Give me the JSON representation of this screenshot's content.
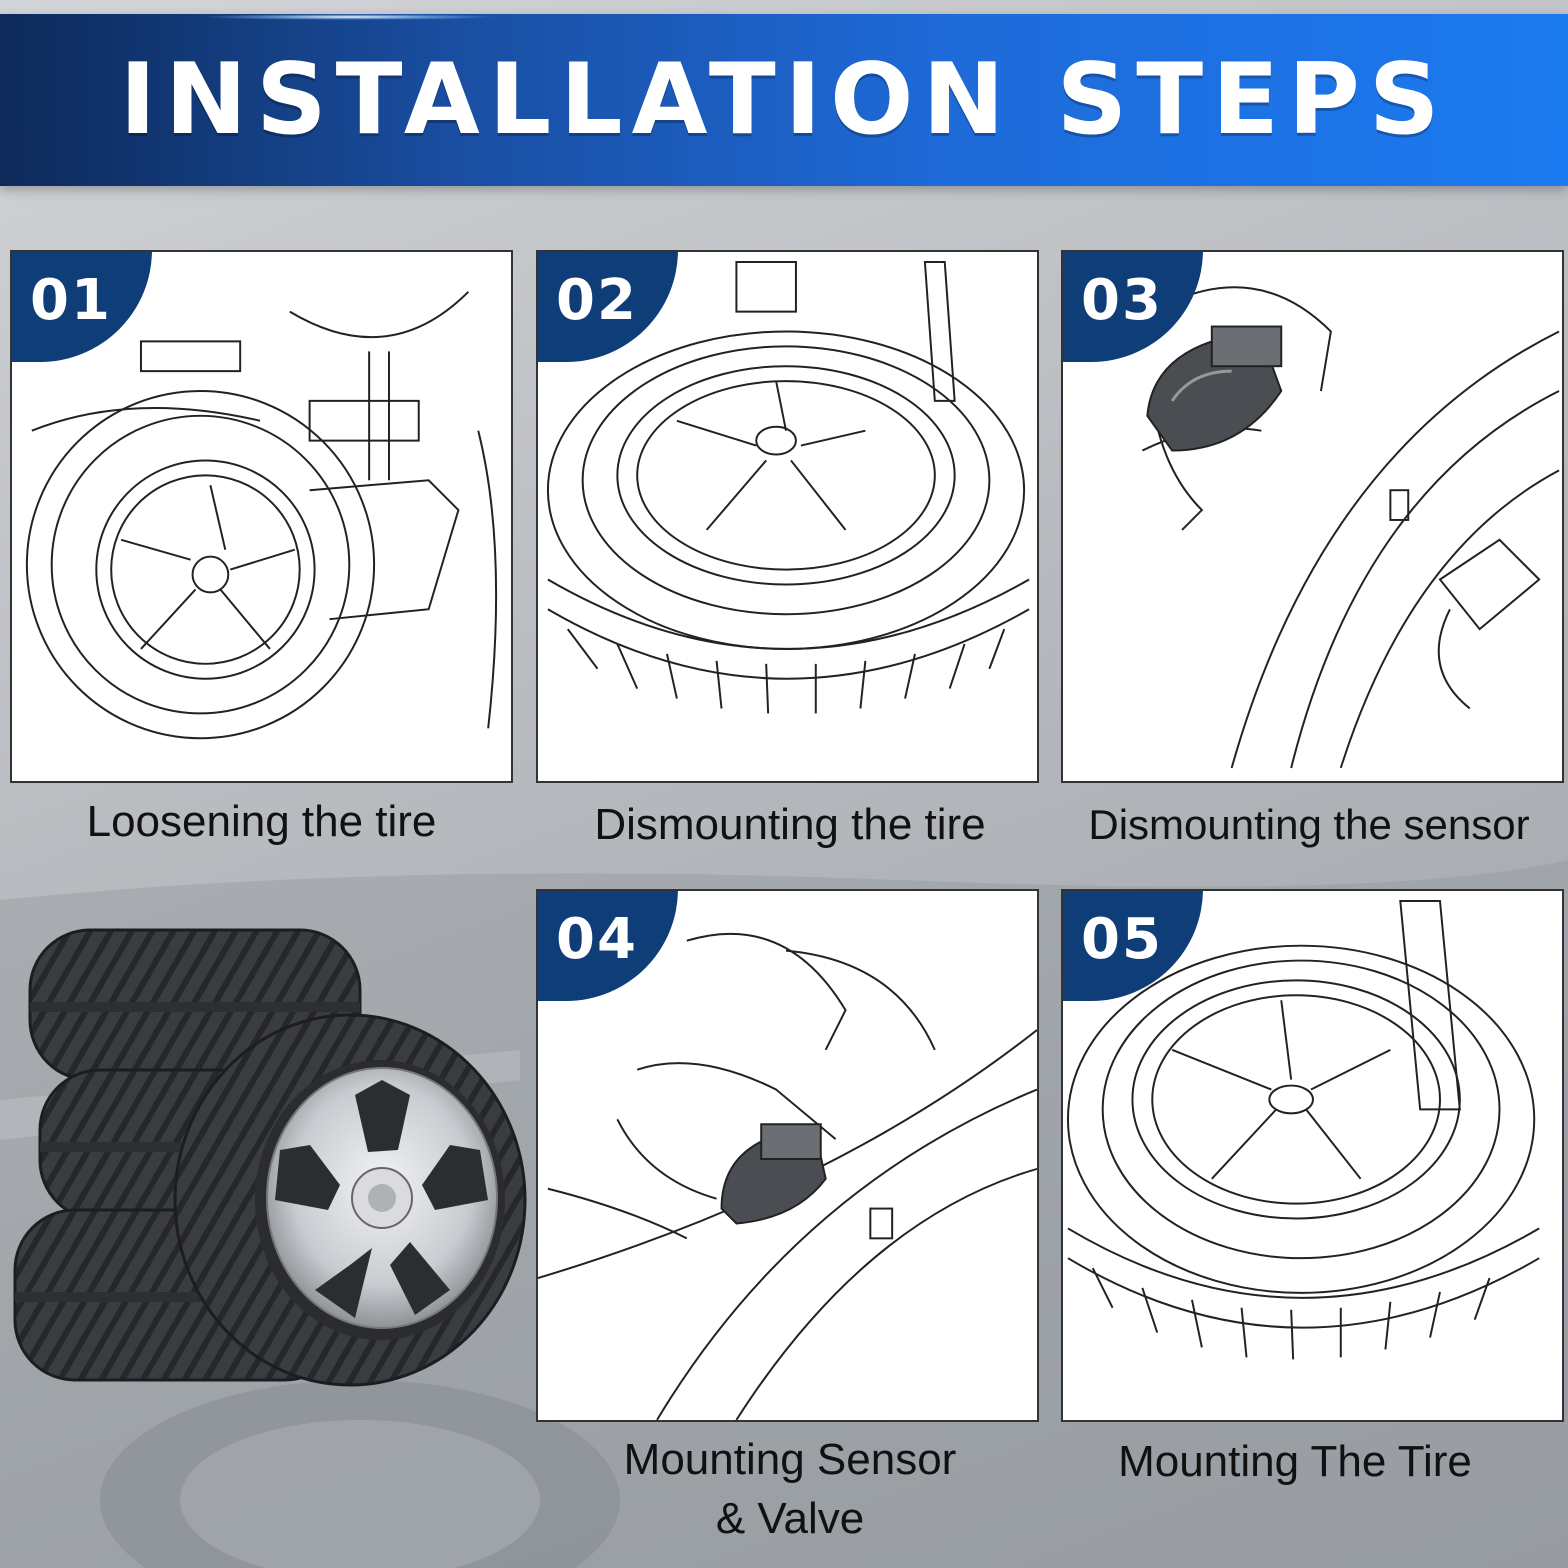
{
  "header": {
    "title": "INSTALLATION STEPS"
  },
  "steps": [
    {
      "number": "01",
      "caption": "Loosening the tire"
    },
    {
      "number": "02",
      "caption": "Dismounting the tire"
    },
    {
      "number": "03",
      "caption": "Dismounting the sensor"
    },
    {
      "number": "04",
      "caption_line1": "Mounting Sensor",
      "caption_line2": "& Valve"
    },
    {
      "number": "05",
      "caption": "Mounting The Tire"
    }
  ],
  "colors": {
    "banner_dark": "#0d2a5a",
    "banner_light": "#1c7af0",
    "badge": "#0f3d78",
    "background": "#b9bcc0"
  },
  "icons": [
    "tire-changer-illustration",
    "wheel-rim-illustration",
    "tpms-sensor-illustration",
    "tire-stack-image"
  ]
}
